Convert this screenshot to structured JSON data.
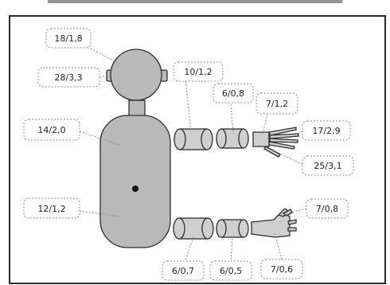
{
  "figure": {
    "labels": {
      "head": "18/1,8",
      "neck": "28/3,3",
      "trunk_upper": "14/2,0",
      "trunk_lower": "12/1,2",
      "upper_arm": "10/1,2",
      "forearm": "6/0,8",
      "hand": "7/1,2",
      "fingers_upper": "17/2,9",
      "fingers_lower": "25/3,1",
      "thigh": "6/0,7",
      "shin": "6/0,5",
      "foot": "7/0,6",
      "toes": "7/0,8"
    }
  }
}
